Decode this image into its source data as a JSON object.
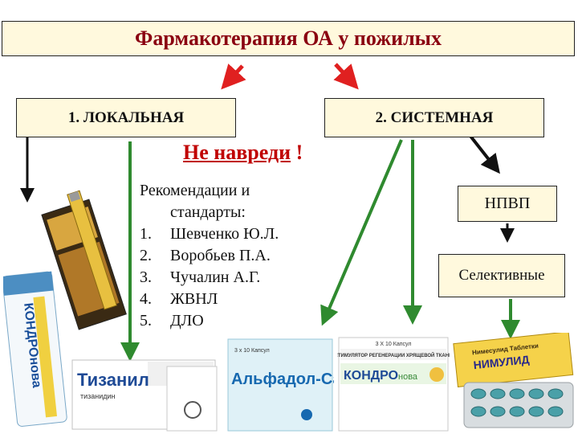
{
  "title": "Фармакотерапия ОА у пожилых",
  "local_label": "1. ЛОКАЛЬНАЯ",
  "system_label": "2. СИСТЕМНАЯ",
  "motto": "Не навреди",
  "motto_mark": " !",
  "recommendations": {
    "heading": "Рекомендации и",
    "subheading": "стандарты:",
    "items": [
      {
        "num": "1.",
        "text": "Шевченко Ю.Л."
      },
      {
        "num": "2.",
        "text": "Воробьев П.А."
      },
      {
        "num": "3.",
        "text": "Чучалин А.Г."
      },
      {
        "num": "4.",
        "text": "ЖВНЛ"
      },
      {
        "num": "5.",
        "text": "ДЛО"
      }
    ]
  },
  "npvp_label": "НПВП",
  "selective_label": "Селективные",
  "products": {
    "kondronova_tube": "КОНДРОнова",
    "tizanil": "Тизанил",
    "tizanil_sub": "тизанидин",
    "alfadol": "Альфадол-Са",
    "kondro_box_top": "СТИМУЛЯТОР РЕГЕНЕРАЦИИ ХРЯЩЕВОЙ ТКАНИ",
    "kondro_box_name": "КОНДРО",
    "kondro_box_sub": "нова",
    "kondro_box_count": "3 X 10 Капсул",
    "nimulid_top": "Нимесулид Таблетки",
    "nimulid": "НИМУЛИД",
    "alfadol_count": "3 x 10 Капсул"
  },
  "colors": {
    "title_text": "#8a0010",
    "box_fill": "#fff9dd",
    "motto": "#c00000",
    "arrow_red": "#e02020",
    "arrow_green": "#2f8a2f",
    "arrow_black": "#111111"
  }
}
